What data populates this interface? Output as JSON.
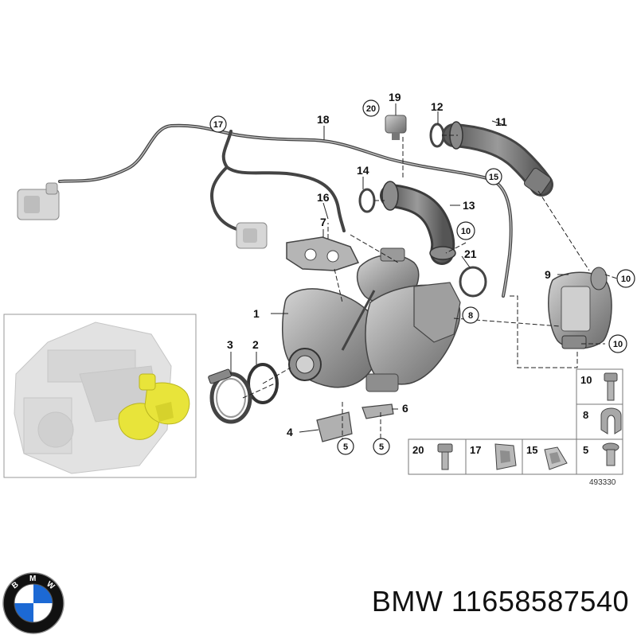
{
  "callouts": {
    "c1": "1",
    "c2": "2",
    "c3": "3",
    "c4": "4",
    "c6": "6",
    "c7": "7",
    "c9": "9",
    "c11": "11",
    "c12": "12",
    "c13": "13",
    "c14": "14",
    "c16": "16",
    "c18": "18",
    "c19": "19",
    "c21": "21"
  },
  "circled": {
    "c5a": "5",
    "c5b": "5",
    "c8": "8",
    "c10a": "10",
    "c10b": "10",
    "c10c": "10",
    "c15": "15",
    "c17": "17",
    "c20": "20"
  },
  "legend": {
    "items": [
      {
        "label": "10"
      },
      {
        "label": "8"
      },
      {
        "label": "20"
      },
      {
        "label": "17"
      },
      {
        "label": "15"
      },
      {
        "label": "5"
      }
    ]
  },
  "drawing_number": "493330",
  "caption": {
    "brand": "BMW",
    "part_number": "11658587540"
  },
  "logo": {
    "letters": [
      "B",
      "M",
      "W"
    ],
    "colors": {
      "blue": "#1c69d4",
      "white": "#ffffff",
      "ring": "#111111"
    }
  },
  "colors": {
    "part_fill": "#a9a9a9",
    "part_dark": "#6e6e6e",
    "highlight": "#e8e43a",
    "line": "#222222"
  }
}
